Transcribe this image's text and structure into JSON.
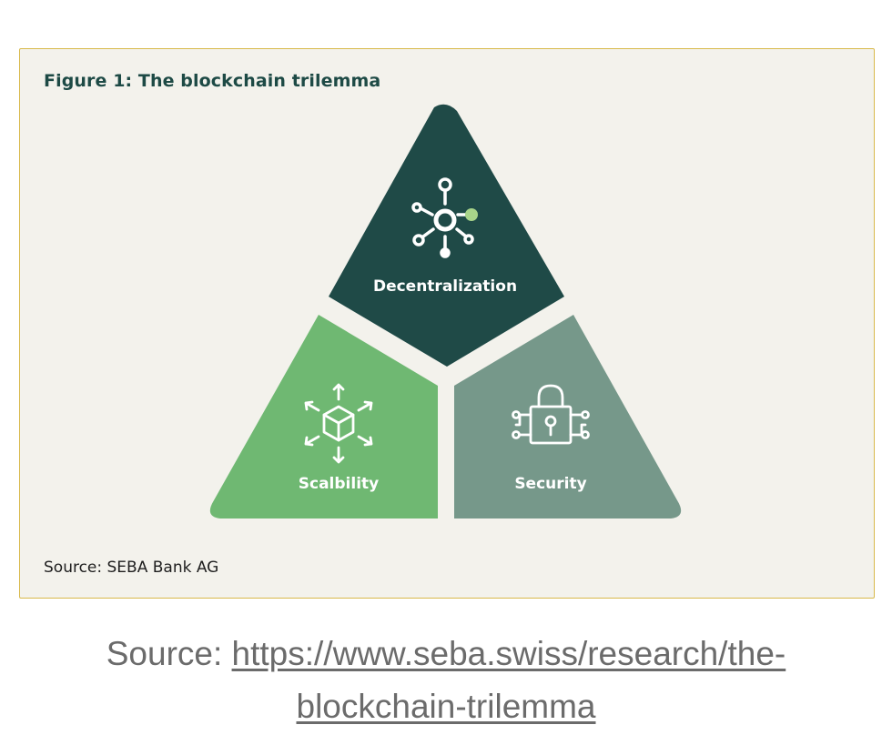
{
  "figure": {
    "title": "Figure 1: The blockchain trilemma",
    "source": "Source: SEBA Bank AG"
  },
  "segments": {
    "decentralization": {
      "label": "Decentralization",
      "color": "#1f4a47",
      "icon": "network-hub-icon"
    },
    "scalability": {
      "label": "Scalbility",
      "color": "#6fb872",
      "icon": "expanding-cube-icon"
    },
    "security": {
      "label": "Security",
      "color": "#76988a",
      "icon": "circuit-lock-icon"
    }
  },
  "colors": {
    "card_background": "#f3f2ec",
    "card_border": "#d8b94a",
    "accent_dot": "#a8d48a"
  },
  "caption": {
    "prefix": "Source: ",
    "link_line1": "https://www.seba.swiss/research/the-",
    "link_line2": "blockchain-trilemma"
  }
}
